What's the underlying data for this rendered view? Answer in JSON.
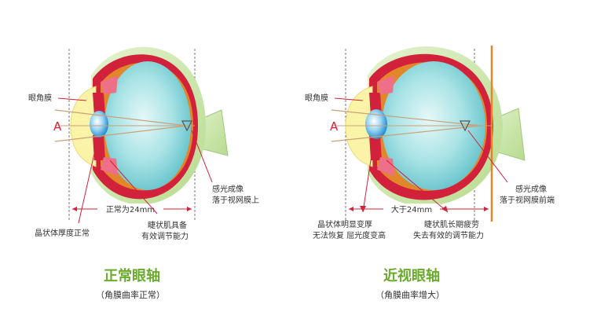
{
  "colors": {
    "red": "#d2213a",
    "title_green": "#6aaa2c",
    "retina_orange": "#e2862a",
    "vitreous": "#86d6dc",
    "cornea_yellow": "#fbf4a8",
    "sclera_green": "#c6e4a2"
  },
  "normal": {
    "cornea_label": "眼角膜",
    "point_a": "A",
    "axis_length": "正常为24mm",
    "lens_label": "晶状体厚度正常",
    "muscle_label_1": "睫状肌具备",
    "muscle_label_2": "有效调节能力",
    "image_label_1": "感光成像",
    "image_label_2": "落于视网膜上",
    "title": "正常眼轴",
    "subtitle": "（角膜曲率正常）"
  },
  "myopia": {
    "cornea_label": "眼角膜",
    "point_a": "A",
    "axis_length": "大于24mm",
    "lens_label_1": "晶状体明显变厚",
    "lens_label_2": "无法恢复 屈光度变高",
    "muscle_label_1": "睫状肌长期疲劳",
    "muscle_label_2": "失去有效的调节能力",
    "image_label_1": "感光成像",
    "image_label_2": "落于视网膜前端",
    "title": "近视眼轴",
    "subtitle": "（角膜曲率增大）"
  }
}
